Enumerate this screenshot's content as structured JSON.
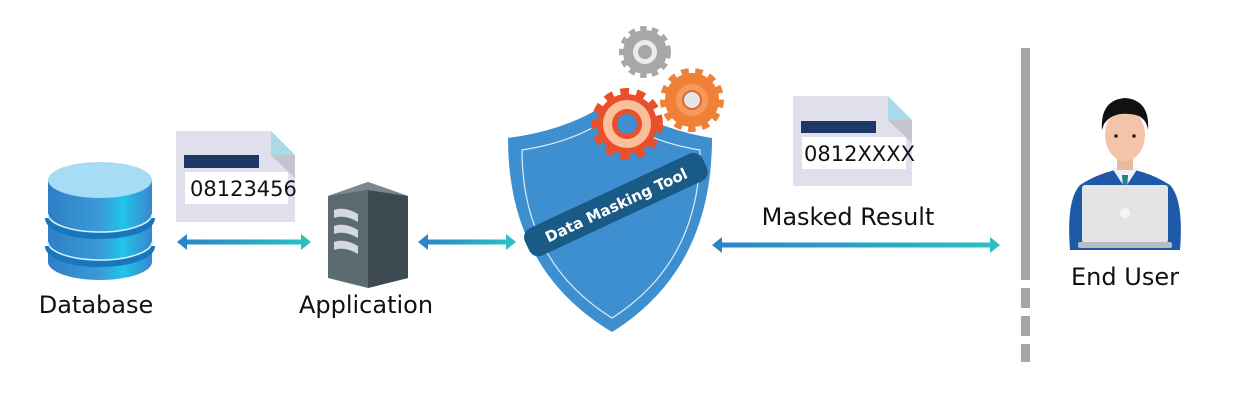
{
  "nodes": {
    "database": {
      "label": "Database"
    },
    "application": {
      "label": "Application"
    },
    "tool": {
      "label": "Data Masking Tool"
    },
    "end_user": {
      "label": "End User"
    }
  },
  "documents": {
    "original": {
      "value": "08123456"
    },
    "masked": {
      "value": "0812XXXX"
    }
  },
  "flow": {
    "masked_label": "Masked Result"
  },
  "colors": {
    "arrow_start": "#2a86c8",
    "arrow_end": "#2bbfc4",
    "shield": "#3d8fd0",
    "banner": "#1a5a86",
    "doc_bg": "#e0e0ec",
    "doc_bar": "#1d3767"
  }
}
